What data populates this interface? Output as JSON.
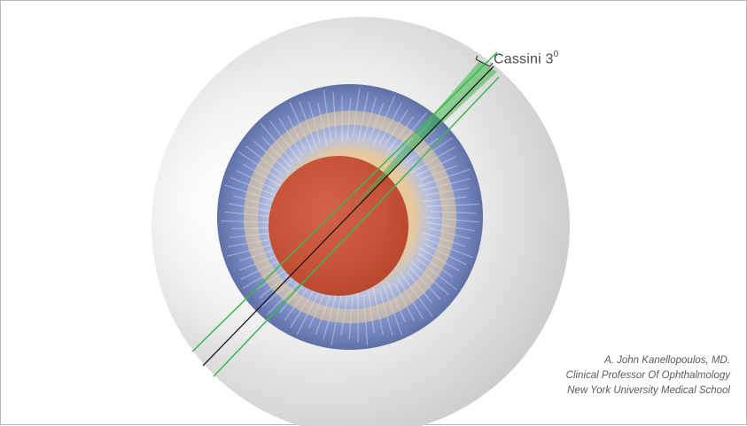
{
  "diagram": {
    "annotation": {
      "text": "Cassini 3",
      "superscript": "0"
    },
    "credit": {
      "line1": "A. John Kanellopoulos, MD.",
      "line2": "Clinical Professor Of Ophthalmology",
      "line3": "New York University Medical School"
    },
    "colors": {
      "sclera": "#e6e6e6",
      "iris": "#7d8fc4",
      "iris_highlight": "#e8c89c",
      "pupil": "#d05a3e",
      "axis_black": "#1a1a1a",
      "axis_green": "#3cb84a",
      "wedge_green": "#3cb84a"
    }
  }
}
